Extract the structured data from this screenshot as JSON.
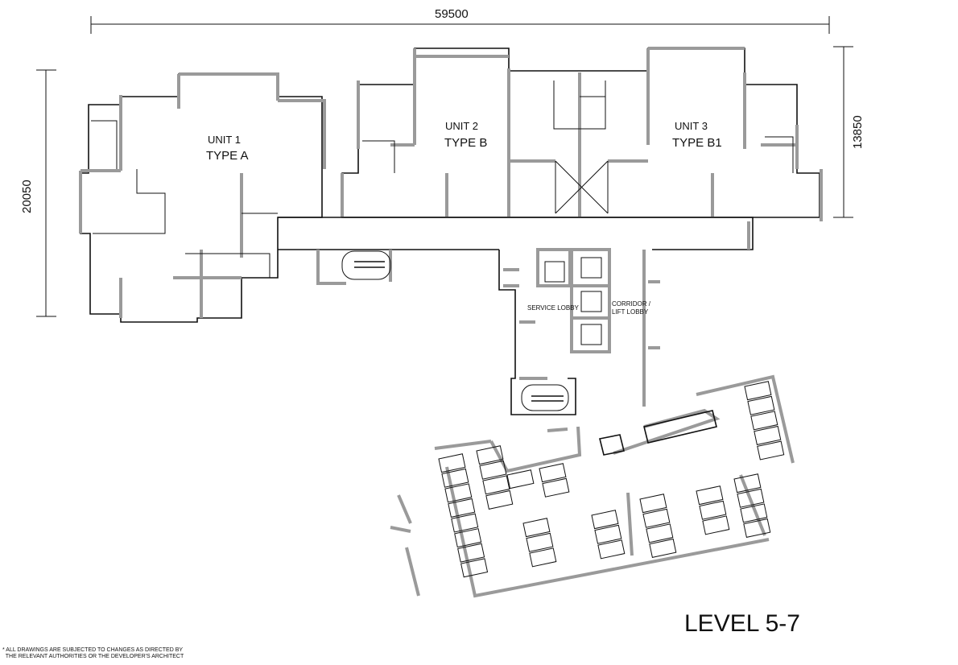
{
  "dimensions": {
    "overall_width": "59500",
    "left_height": "20050",
    "right_height": "13850"
  },
  "units": [
    {
      "name": "UNIT 1",
      "type": "TYPE A"
    },
    {
      "name": "UNIT 2",
      "type": "TYPE B"
    },
    {
      "name": "UNIT 3",
      "type": "TYPE B1"
    }
  ],
  "rooms": {
    "service_lobby": "SERVICE LOBBY",
    "corridor_line1": "CORRIDOR /",
    "corridor_line2": "LIFT LOBBY"
  },
  "level_label": "LEVEL 5-7",
  "disclaimer": {
    "line1": "* ALL DRAWINGS ARE SUBJECTED TO CHANGES AS DIRECTED BY",
    "line2": "  THE RELEVANT AUTHORITIES OR THE DEVELOPER'S ARCHITECT"
  }
}
